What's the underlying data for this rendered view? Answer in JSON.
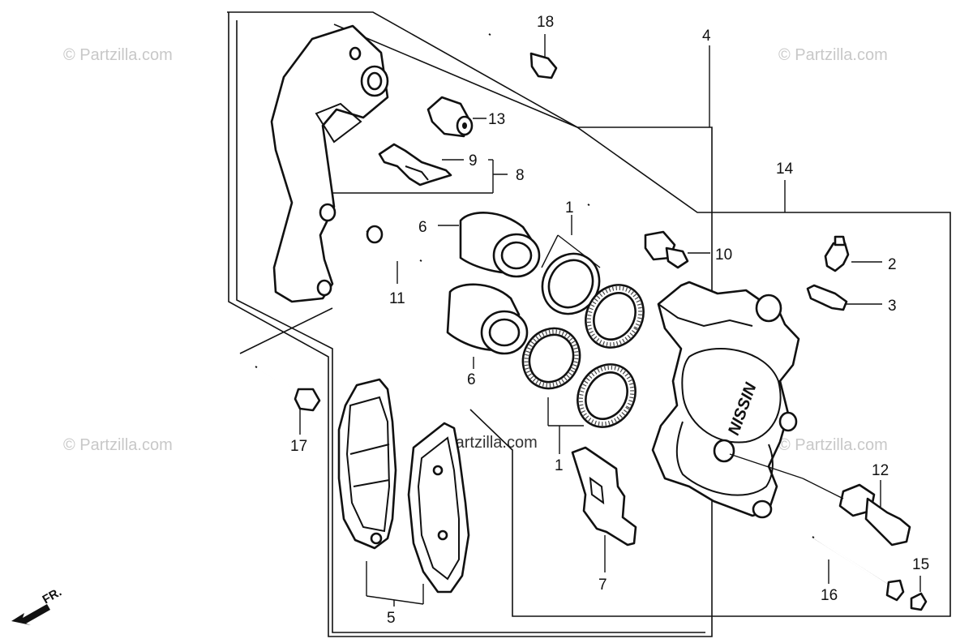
{
  "watermark": "© Partzilla.com",
  "caliper_brand": "NISSIN",
  "direction_label": "FR.",
  "callouts": {
    "c1_top": "1",
    "c1_bottom": "1",
    "c2": "2",
    "c3": "3",
    "c4": "4",
    "c5": "5",
    "c6_top": "6",
    "c6_bottom": "6",
    "c7": "7",
    "c8": "8",
    "c9": "9",
    "c10": "10",
    "c11": "11",
    "c12": "12",
    "c13": "13",
    "c14": "14",
    "c15": "15",
    "c16": "16",
    "c17": "17",
    "c18": "18"
  }
}
